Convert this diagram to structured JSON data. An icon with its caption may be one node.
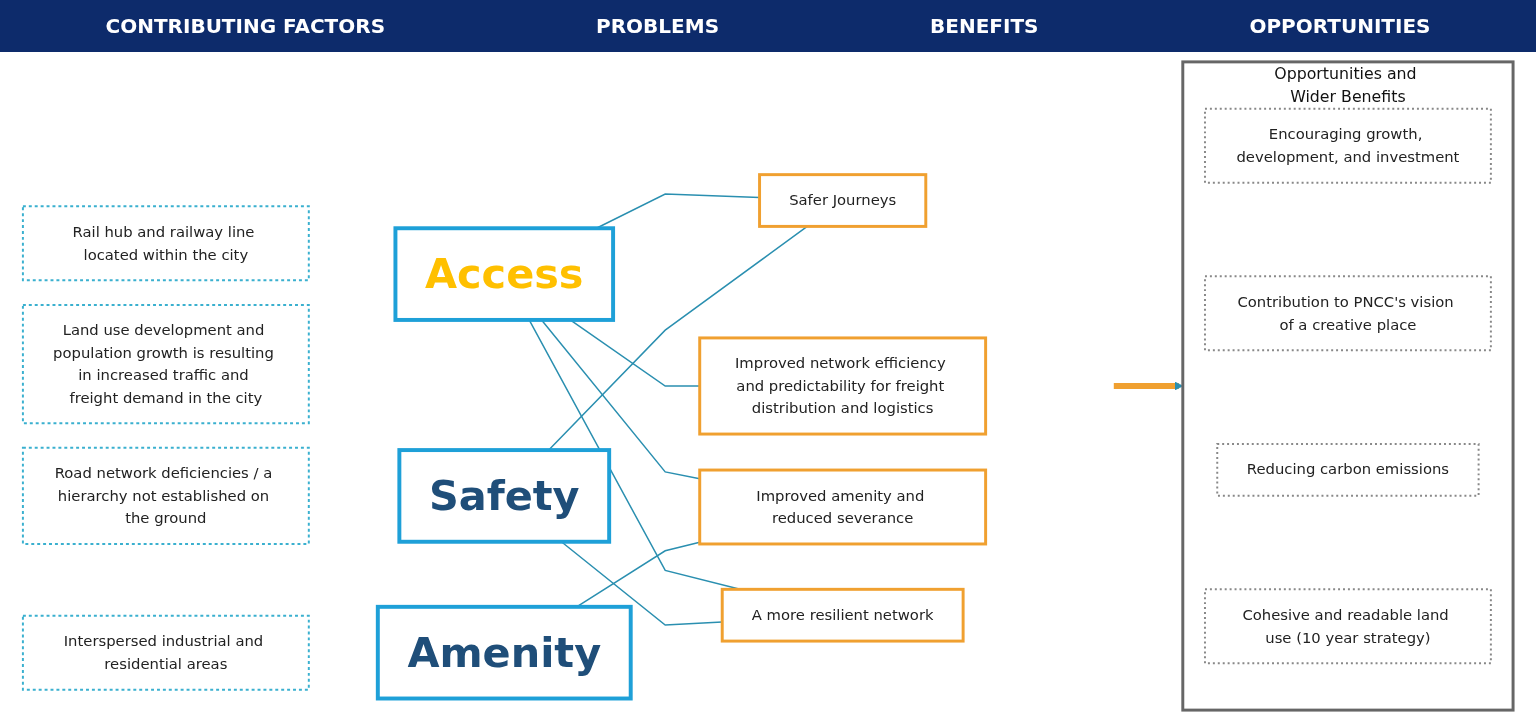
{
  "diagram": {
    "nodes": [
      {
        "text": [
          "Road network deficiencies / a hierarchy not established on the ground"
        ]
      },
      {
        "text": [
          "Interspersed industrial and residential areas"
        ]
      },
      {
        "text": [
          "Land use development and population growth is resulting in increased traffic and freight demand in the city"
        ]
      },
      {
        "text": [
          "Rail hub and railway line located within the city"
        ]
      },
      {
        "text": [
          "Safety"
        ]
      },
      {
        "text": [
          "Amenity"
        ]
      },
      {
        "text": [
          "Access"
        ]
      },
      {
        "text": [
          "Safer Journeys"
        ]
      },
      {
        "text": [
          "Improved network efficiency and predictability for freight distribution and logistics"
        ]
      },
      {
        "text": [
          "Improved amenity and reduced severance"
        ]
      },
      {
        "text": [
          "A more resilient network"
        ]
      },
      {
        "text": [
          "Opportunities and Wider Benefits"
        ]
      },
      {
        "text": [
          "Encouraging growth, development, and investment"
        ],
        "in": 11
      },
      {
        "text": [
          "Contribution to PNCC's vision of a creative place"
        ],
        "in": 11
      },
      {
        "text": [
          "Reducing carbon emissions"
        ],
        "in": 11
      },
      {
        "text": [
          "Cohesive and readable land use (10 year strategy)"
        ],
        "in": 11
      }
    ],
    "edges": [
      {
        "from": 4,
        "to": 7,
        "arrow": "none"
      },
      {
        "from": 4,
        "to": 10,
        "arrow": "none"
      },
      {
        "from": 5,
        "to": 9,
        "arrow": "none"
      },
      {
        "from": 6,
        "to": 7,
        "arrow": "none"
      },
      {
        "from": 6,
        "to": 8,
        "arrow": "none"
      },
      {
        "from": 6,
        "to": 9,
        "arrow": "none"
      },
      {
        "from": 6,
        "to": 10,
        "arrow": "none"
      },
      {
        "from": null,
        "to": 11,
        "arrow": "to",
        "style": "thick",
        "color": "#f0a030"
      }
    ],
    "labels": [
      "CONTRIBUTING FACTORS",
      "PROBLEMS",
      "BENEFITS",
      "OPPORTUNITIES"
    ]
  }
}
